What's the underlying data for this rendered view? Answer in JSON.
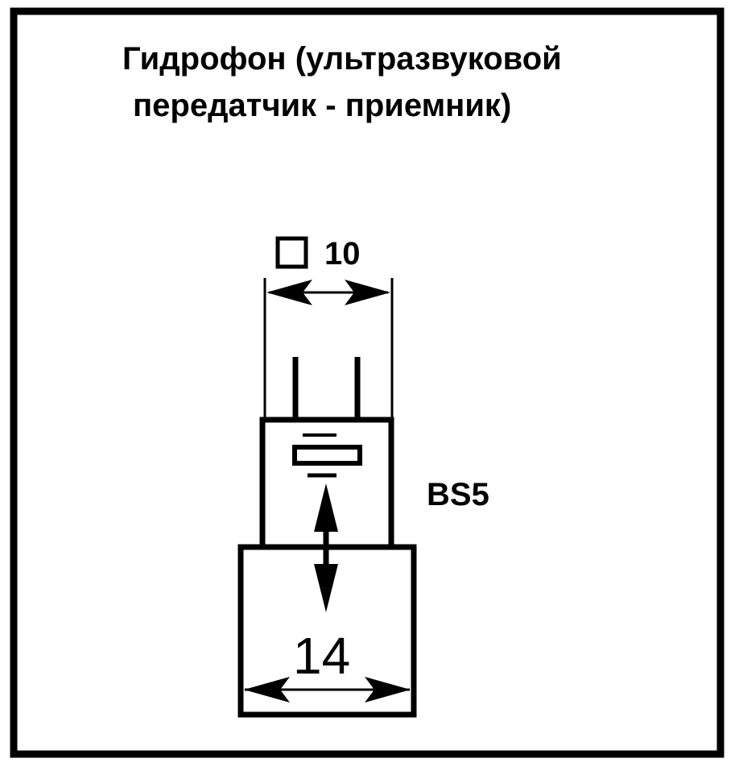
{
  "title": {
    "line1": "Гидрофон (ультразвуковой",
    "line2": "передатчик  - приемник)"
  },
  "dimensions": {
    "top_value": "10",
    "bottom_value": "14"
  },
  "component_label": "BS5",
  "colors": {
    "ink": "#000000",
    "background": "#ffffff"
  },
  "icons": {
    "square_symbol": "square-section-icon"
  }
}
